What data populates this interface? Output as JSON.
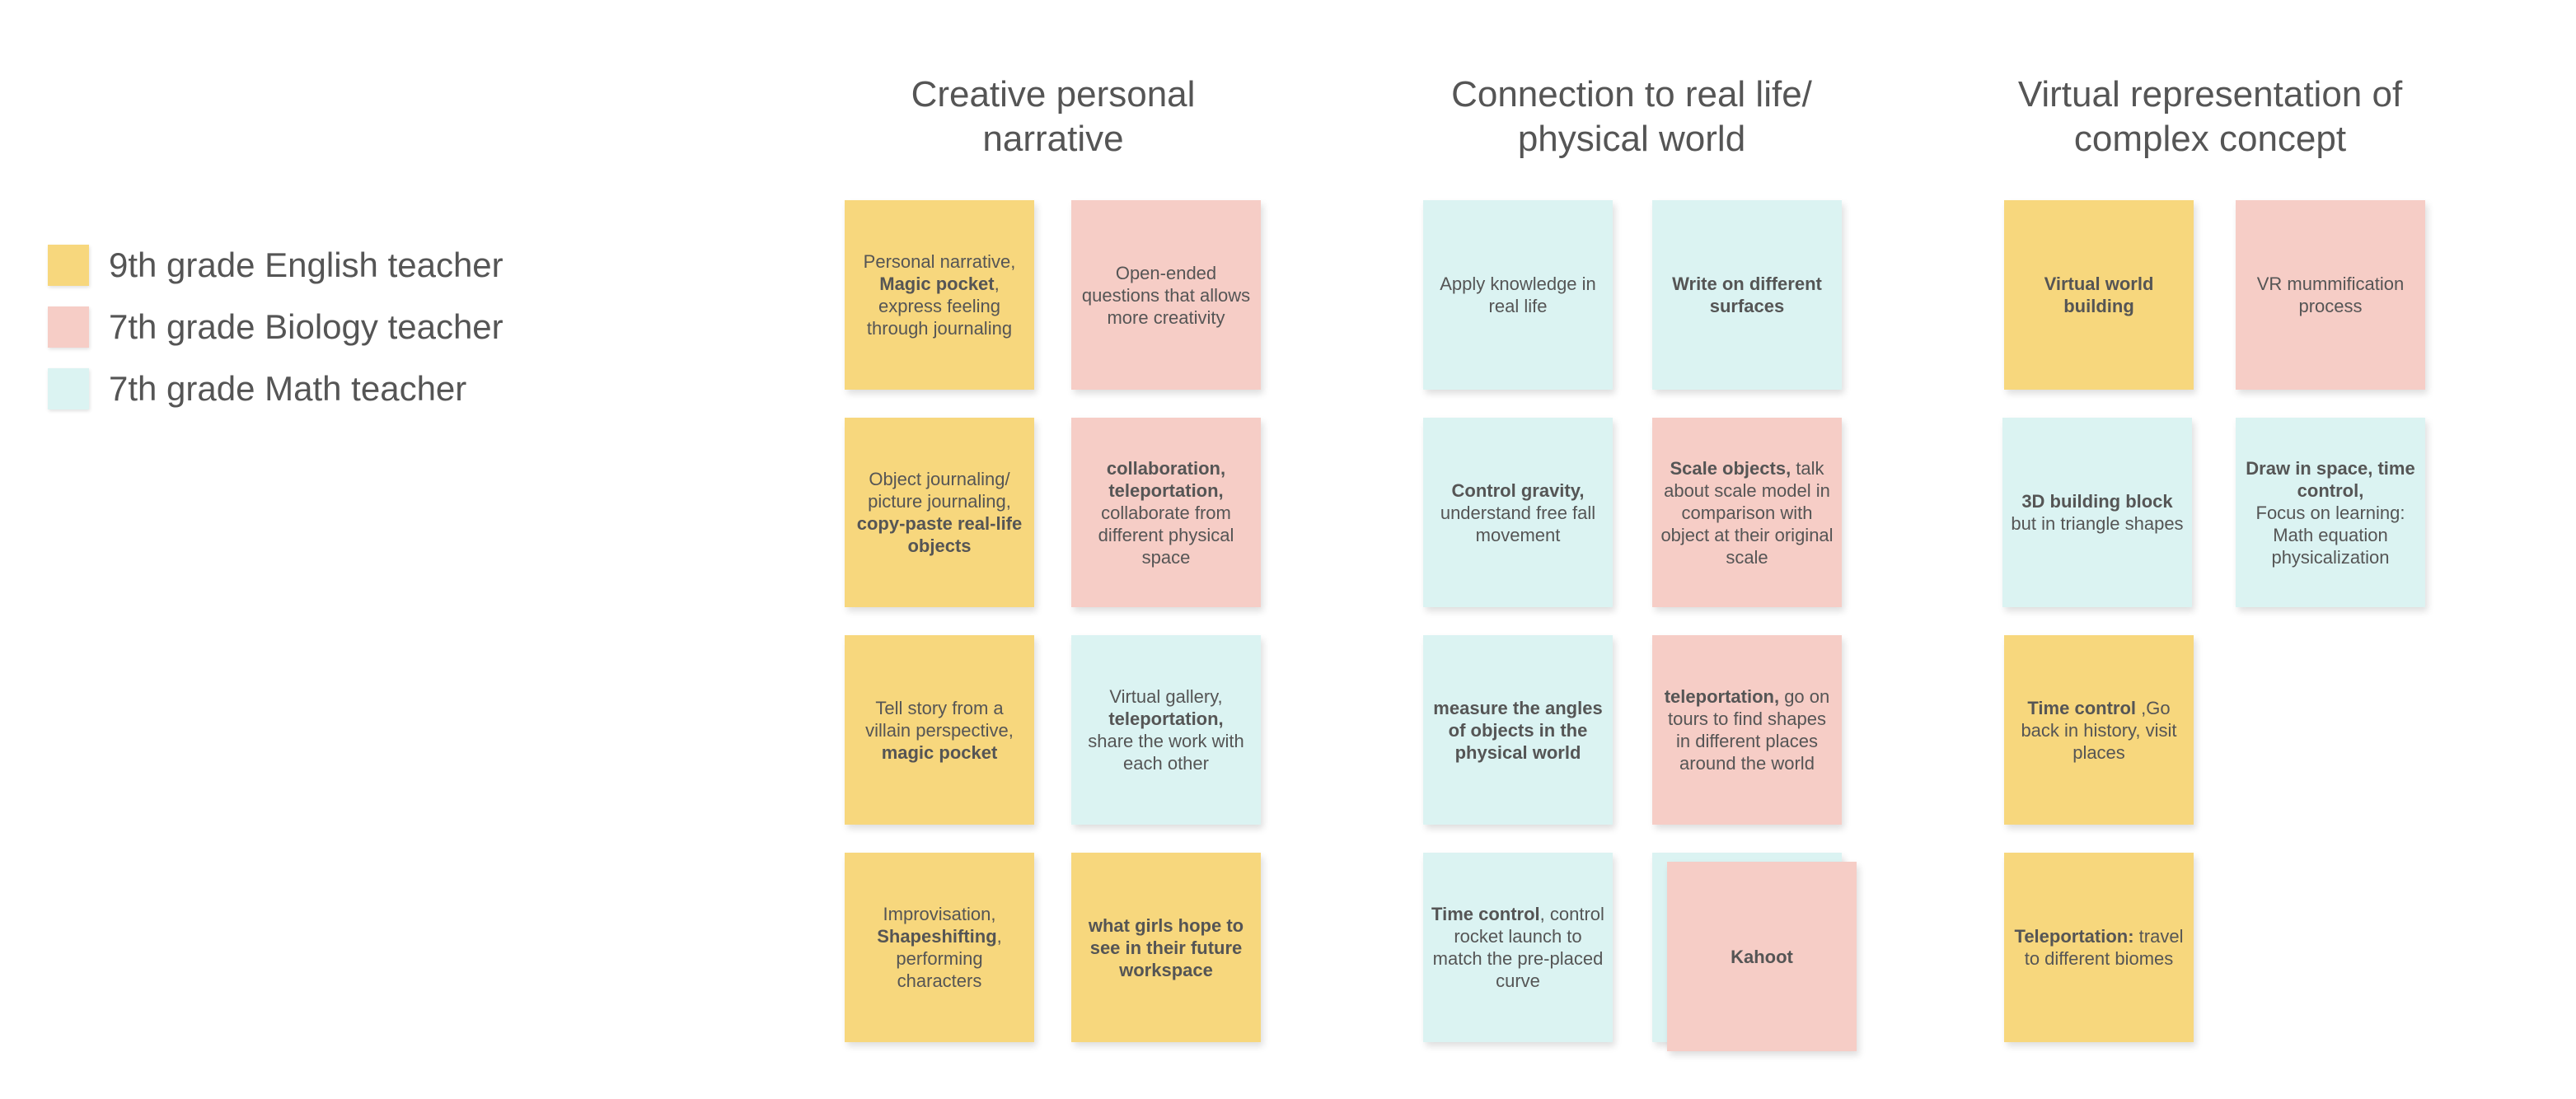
{
  "colors": {
    "yellow": "#f7d77d",
    "pink": "#f6cdc6",
    "cyan": "#dbf3f2"
  },
  "legend": [
    {
      "label": "9th grade English teacher",
      "color": "yellow"
    },
    {
      "label": "7th grade Biology teacher",
      "color": "pink"
    },
    {
      "label": "7th grade Math teacher",
      "color": "cyan"
    }
  ],
  "columns": [
    {
      "title_line1": "Creative personal",
      "title_line2": "narrative"
    },
    {
      "title_line1": "Connection to real life/",
      "title_line2": "physical world"
    },
    {
      "title_line1": "Virtual representation of",
      "title_line2": "complex concept"
    }
  ],
  "notes": [
    {
      "id": "c1-r1-a",
      "color": "yellow",
      "parts": [
        {
          "text": "Personal narrative,",
          "bold": false,
          "br": true
        },
        {
          "text": "Magic pocket",
          "bold": true
        },
        {
          "text": ", express feeling through journaling",
          "bold": false
        }
      ]
    },
    {
      "id": "c1-r1-b",
      "color": "pink",
      "parts": [
        {
          "text": "Open-ended questions that allows more creativity",
          "bold": false
        }
      ]
    },
    {
      "id": "c1-r2-a",
      "color": "yellow",
      "parts": [
        {
          "text": "Object journaling/ picture journaling,",
          "bold": false,
          "br": true
        },
        {
          "text": "copy-paste real-life objects",
          "bold": true
        }
      ]
    },
    {
      "id": "c1-r2-b",
      "color": "pink",
      "parts": [
        {
          "text": "collaboration, teleportation,",
          "bold": true,
          "br": true
        },
        {
          "text": "collaborate from different physical space",
          "bold": false
        }
      ]
    },
    {
      "id": "c1-r3-a",
      "color": "yellow",
      "parts": [
        {
          "text": "Tell story from a villain perspective,",
          "bold": false,
          "br": true
        },
        {
          "text": "magic pocket",
          "bold": true
        }
      ]
    },
    {
      "id": "c1-r3-b",
      "color": "cyan",
      "parts": [
        {
          "text": "Virtual gallery,",
          "bold": false,
          "br": true
        },
        {
          "text": "teleportation,",
          "bold": true,
          "br": true
        },
        {
          "text": "share the work with each other",
          "bold": false
        }
      ]
    },
    {
      "id": "c1-r4-a",
      "color": "yellow",
      "parts": [
        {
          "text": "Improvisation,",
          "bold": false,
          "br": true
        },
        {
          "text": "Shapeshifting",
          "bold": true
        },
        {
          "text": ", performing characters",
          "bold": false
        }
      ]
    },
    {
      "id": "c1-r4-b",
      "color": "yellow",
      "parts": [
        {
          "text": "what girls hope to see in their future workspace",
          "bold": true
        }
      ]
    },
    {
      "id": "c2-r1-a",
      "color": "cyan",
      "parts": [
        {
          "text": "Apply knowledge in real life",
          "bold": false
        }
      ]
    },
    {
      "id": "c2-r1-b",
      "color": "cyan",
      "parts": [
        {
          "text": "Write on different surfaces",
          "bold": true
        }
      ]
    },
    {
      "id": "c2-r2-a",
      "color": "cyan",
      "parts": [
        {
          "text": "Control gravity,",
          "bold": true,
          "br": true
        },
        {
          "text": "understand free fall movement",
          "bold": false
        }
      ]
    },
    {
      "id": "c2-r2-b",
      "color": "pink",
      "parts": [
        {
          "text": "Scale objects,",
          "bold": true
        },
        {
          "text": " talk about scale model in comparison with object at their original scale",
          "bold": false
        }
      ]
    },
    {
      "id": "c2-r3-a",
      "color": "cyan",
      "parts": [
        {
          "text": "measure the angles of objects in the physical world",
          "bold": true
        }
      ]
    },
    {
      "id": "c2-r3-b",
      "color": "pink",
      "parts": [
        {
          "text": "teleportation,",
          "bold": true
        },
        {
          "text": " go on tours to find shapes in different places around the world",
          "bold": false
        }
      ]
    },
    {
      "id": "c2-r4-a",
      "color": "cyan",
      "parts": [
        {
          "text": "Time control",
          "bold": true
        },
        {
          "text": ", control rocket launch to match the pre-placed curve",
          "bold": false
        }
      ]
    },
    {
      "id": "c2-r4-b-under",
      "color": "cyan",
      "parts": []
    },
    {
      "id": "c2-r4-b",
      "color": "pink",
      "parts": [
        {
          "text": "Kahoot",
          "bold": true
        }
      ]
    },
    {
      "id": "c3-r1-a",
      "color": "yellow",
      "parts": [
        {
          "text": "Virtual world building",
          "bold": true
        }
      ]
    },
    {
      "id": "c3-r1-b",
      "color": "pink",
      "parts": [
        {
          "text": "VR mummification process",
          "bold": false
        }
      ]
    },
    {
      "id": "c3-r2-a",
      "color": "cyan",
      "parts": [
        {
          "text": "3D building block",
          "bold": true,
          "br": true
        },
        {
          "text": "but in triangle shapes",
          "bold": false
        }
      ]
    },
    {
      "id": "c3-r2-b",
      "color": "cyan",
      "parts": [
        {
          "text": "Draw in space, time control,",
          "bold": true,
          "br": true
        },
        {
          "text": "Focus on learning: Math equation physicalization",
          "bold": false
        }
      ]
    },
    {
      "id": "c3-r3-a",
      "color": "yellow",
      "parts": [
        {
          "text": "Time control",
          "bold": true
        },
        {
          "text": " ,Go back in history, visit places",
          "bold": false
        }
      ]
    },
    {
      "id": "c3-r4-a",
      "color": "yellow",
      "parts": [
        {
          "text": "Teleportation:",
          "bold": true
        },
        {
          "text": " travel to different biomes",
          "bold": false
        }
      ]
    }
  ]
}
